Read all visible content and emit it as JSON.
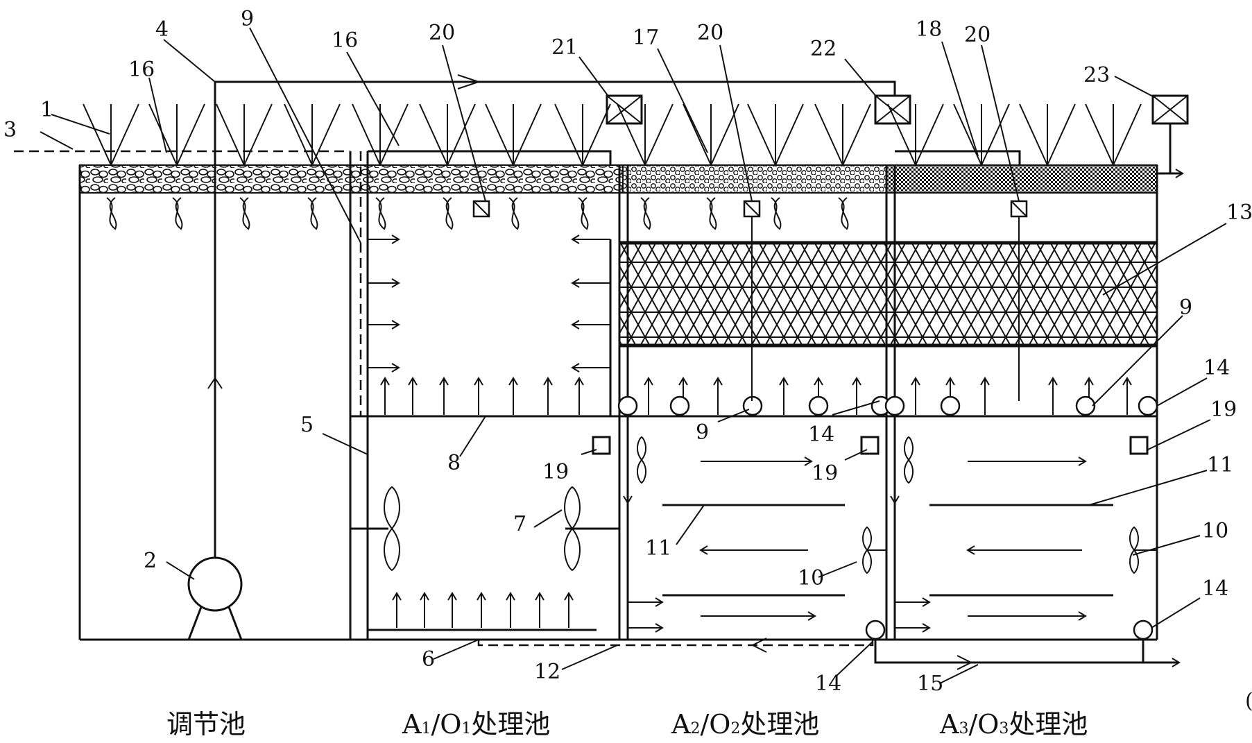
{
  "labels": {
    "n1": "1",
    "n2": "2",
    "n3": "3",
    "n4": "4",
    "n5": "5",
    "n6": "6",
    "n7": "7",
    "n8": "8",
    "n9a": "9",
    "n9b": "9",
    "n9c": "9",
    "n10a": "10",
    "n10b": "10",
    "n11a": "11",
    "n11b": "11",
    "n12": "12",
    "n13": "13",
    "n14a": "14",
    "n14b": "14",
    "n14c": "14",
    "n14d": "14",
    "n15": "15",
    "n16a": "16",
    "n16b": "16",
    "n17": "17",
    "n18": "18",
    "n19a": "19",
    "n19b": "19",
    "n19c": "19",
    "n20a": "20",
    "n20b": "20",
    "n20c": "20",
    "n21": "21",
    "n22": "22",
    "n23": "23"
  },
  "captions": {
    "tank0": "调节池",
    "tank1": {
      "a": "A",
      "a_sub": "1",
      "slash": "/O",
      "o_sub": "1",
      "rest": "处理池"
    },
    "tank2": {
      "a": "A",
      "a_sub": "2",
      "slash": "/O",
      "o_sub": "2",
      "rest": "处理池"
    },
    "tank3": {
      "a": "A",
      "a_sub": "3",
      "slash": "/O",
      "o_sub": "3",
      "rest": "处理池"
    }
  },
  "edge_mark": "("
}
